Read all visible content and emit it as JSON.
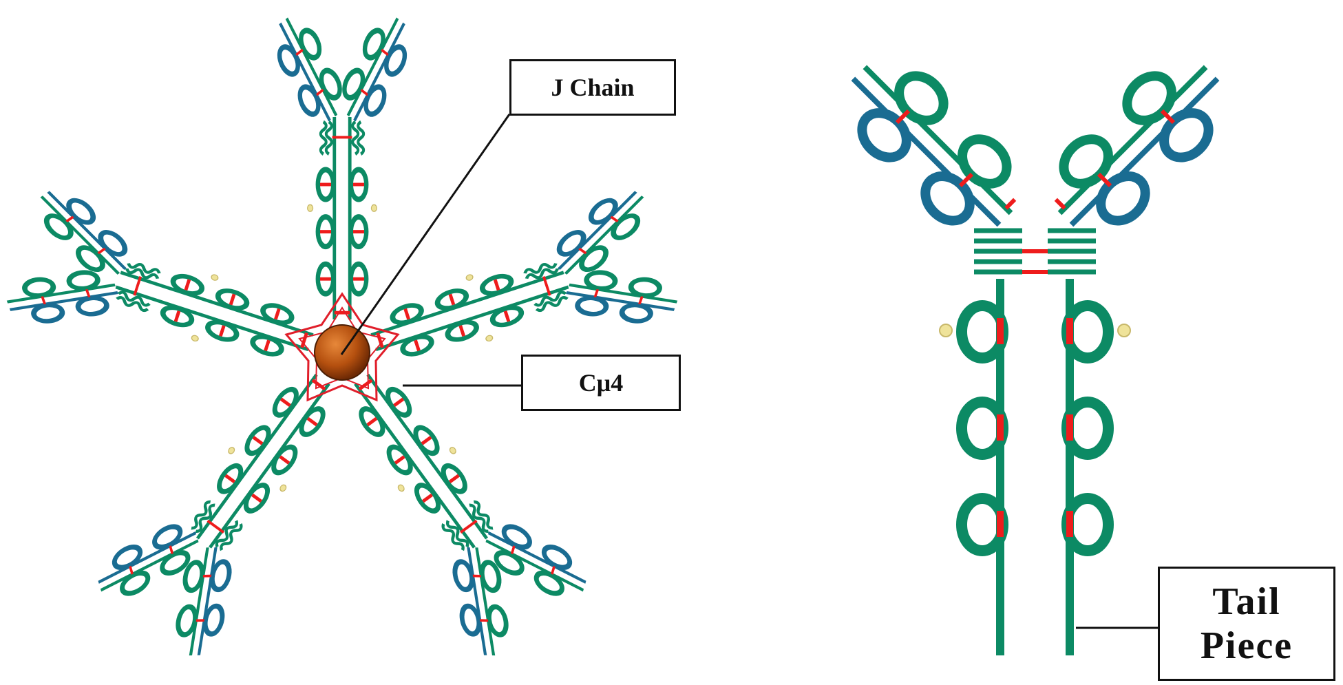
{
  "labels": {
    "j_chain": "J Chain",
    "c_mu4": "Cμ4",
    "tail_line1": "Tail",
    "tail_line2": "Piece"
  },
  "colors": {
    "heavy_chain": "#0c8a64",
    "light_chain": "#1a6c92",
    "disulfide": "#ee1c1c",
    "j_chain": "#b5500f",
    "c_mu4_ring": "#e01e2a",
    "carbohydrate": "#efe39a",
    "leader_line": "#111111"
  }
}
